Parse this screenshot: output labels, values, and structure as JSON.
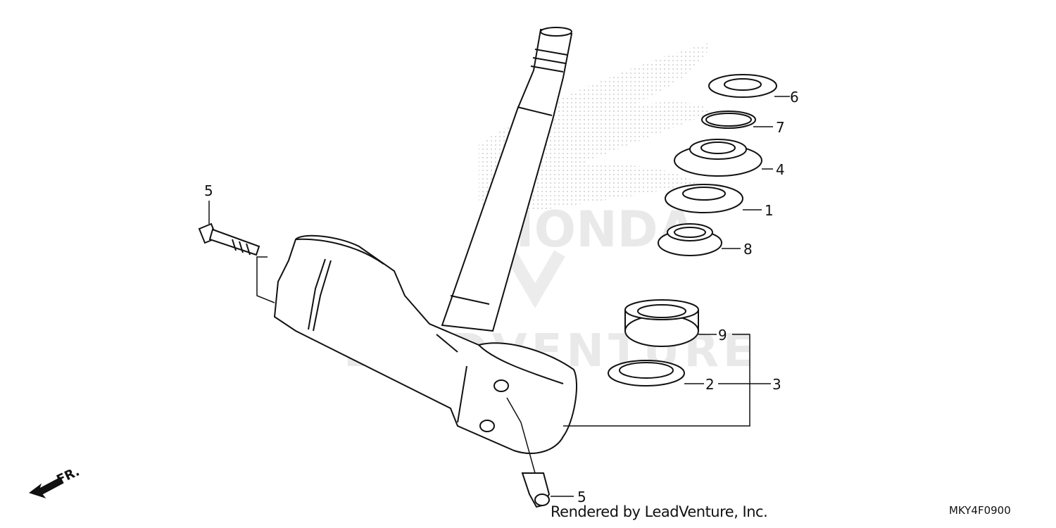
{
  "diagram": {
    "callouts": [
      {
        "id": "5a",
        "label": "5"
      },
      {
        "id": "6",
        "label": "6"
      },
      {
        "id": "7",
        "label": "7"
      },
      {
        "id": "4",
        "label": "4"
      },
      {
        "id": "1",
        "label": "1"
      },
      {
        "id": "8",
        "label": "8"
      },
      {
        "id": "9",
        "label": "9"
      },
      {
        "id": "2",
        "label": "2"
      },
      {
        "id": "3",
        "label": "3"
      },
      {
        "id": "5b",
        "label": "5"
      }
    ],
    "direction_label": "FR.",
    "watermark_text": "LEADVENTURE",
    "watermark_brand": "HONDA"
  },
  "footer": {
    "credit": "Rendered by LeadVenture, Inc.",
    "code": "MKY4F0900"
  },
  "colors": {
    "line": "#111111",
    "watermark": "#e6e6e6"
  }
}
